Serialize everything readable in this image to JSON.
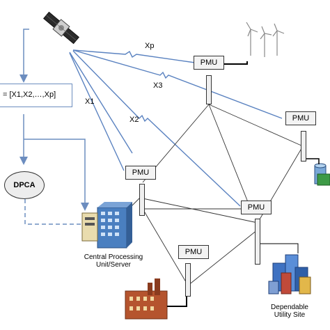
{
  "sensor_vector": "= [X1,X2,…,Xp]",
  "analysis_label": "DPCA",
  "server_caption": [
    "Central Processing",
    "Unit/Server"
  ],
  "utility_caption": [
    "Dependable",
    "Utility Site"
  ],
  "pmu_label": "PMU",
  "signal_labels": {
    "xp": "Xp",
    "x3": "X3",
    "x1": "X1",
    "x2": "X2"
  },
  "colors": {
    "link_blue": "#5a82c0",
    "box_border": "#6c8dbf",
    "network_line": "#333333"
  },
  "icons": [
    "satellite-icon",
    "wind-turbine-icon",
    "server-building-icon",
    "factory-icon",
    "utility-city-icon",
    "power-plant-icon"
  ]
}
